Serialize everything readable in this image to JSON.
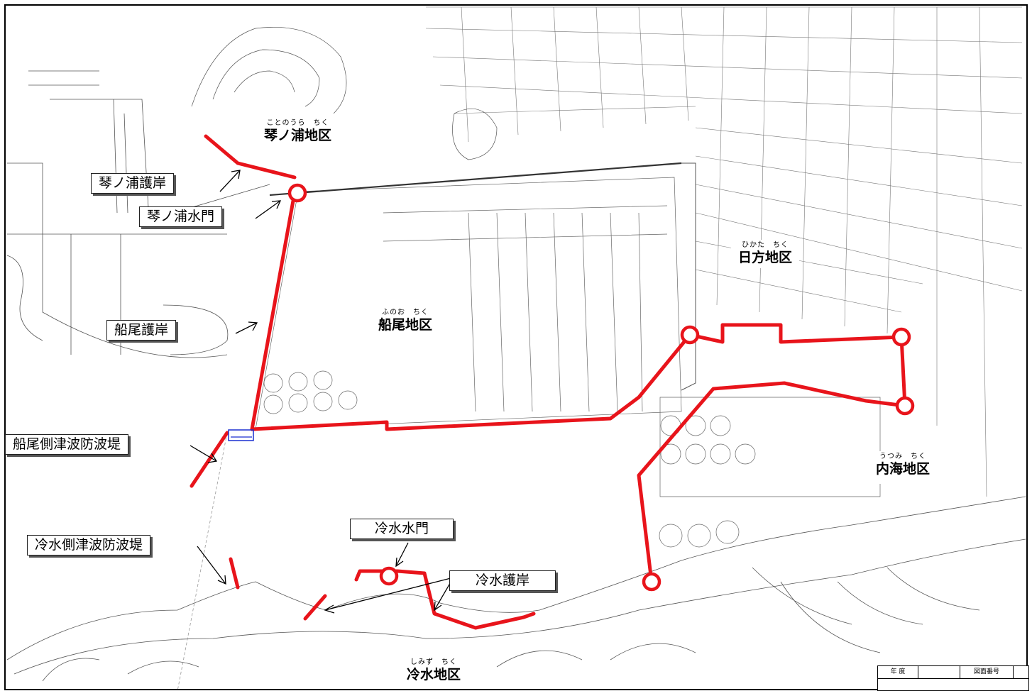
{
  "districts": {
    "kotonoura": {
      "ruby": "ことのうら　ちく",
      "name": "琴ノ浦地区"
    },
    "hikata": {
      "ruby": "ひかた　ちく",
      "name": "日方地区"
    },
    "funao": {
      "ruby": "ふのお　ちく",
      "name": "船尾地区"
    },
    "utsumi": {
      "ruby": "うつみ　ちく",
      "name": "内海地区"
    },
    "shimizu": {
      "ruby": "しみず　ちく",
      "name": "冷水地区"
    }
  },
  "callouts": {
    "kotonoura_seawall": "琴ノ浦護岸",
    "kotonoura_floodgate": "琴ノ浦水門",
    "funao_seawall": "船尾護岸",
    "funao_tsunami_breakwater": "船尾側津波防波堤",
    "shimizu_tsunami_breakwater": "冷水側津波防波堤",
    "shimizu_floodgate": "冷水水門",
    "shimizu_seawall": "冷水護岸"
  },
  "title_block": {
    "year_label": "年 度",
    "drawing_no_label": "図面番号"
  },
  "colors": {
    "route": "#e8141b",
    "line": "#222222",
    "gate_blue": "#1a2fd0"
  }
}
